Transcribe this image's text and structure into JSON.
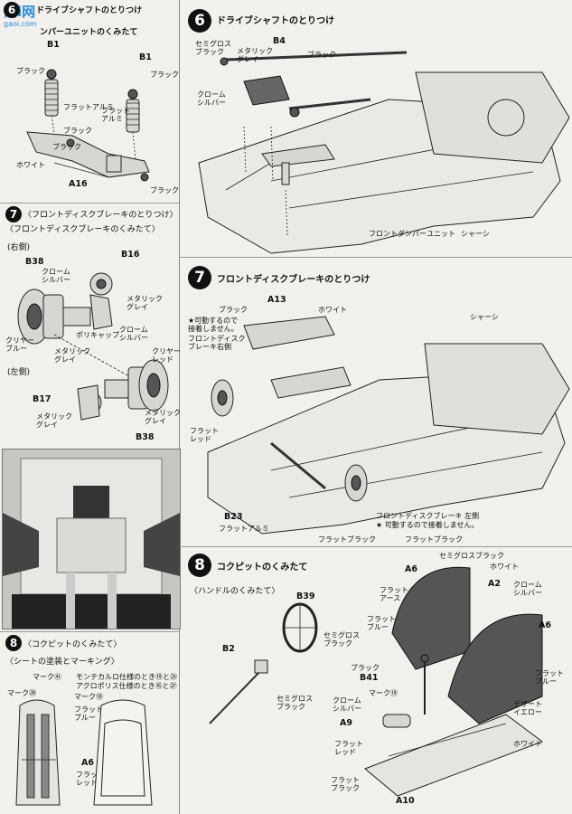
{
  "watermark": {
    "logo": "高i网",
    "site": "gaoi.com"
  },
  "left": {
    "header": {
      "title_a": "ドライブシャフトのとりつけ",
      "title_b": "ンパーユニットのくみたて"
    },
    "damper": {
      "b1_a": "B1",
      "b1_b": "B1",
      "a16": "A16",
      "black_1": "ブラック",
      "flat_alu_1": "フラットアルミ",
      "black_2": "ブラック",
      "flat_alu_2": "フラット\nアルミ",
      "black_3": "ブラック",
      "black_4": "ブラック",
      "black_5": "ブラック",
      "white": "ホワイト"
    },
    "brake": {
      "step": "7",
      "title": "〈フロントディスクブレーキのとりつけ〉",
      "subtitle": "〈フロントディスクブレーキのくみたて〉",
      "right_side": "(右側)",
      "left_side": "(左側)",
      "b38_a": "B38",
      "b16": "B16",
      "b17": "B17",
      "b38_b": "B38",
      "chrome_silver_1": "クローム\nシルバー",
      "metallic_grey_1": "メタリック\nグレイ",
      "poly_cap": "ポリキャップ",
      "clear_blue": "クリヤー\nブルー",
      "metallic_grey_2": "メタリック\nグレイ",
      "chrome_silver_2": "クローム\nシルバー",
      "clear_red": "クリヤー\nレッド",
      "metallic_grey_3": "メタリック\nグレイ",
      "metallic_grey_4": "メタリック\nグレイ"
    },
    "seat_paint": {
      "step": "8",
      "title": "〈コクピットのくみたて〉",
      "subtitle": "〈シートの塗装とマーキング〉",
      "mark_41": "マーク㊶",
      "mark_39": "マーク㊴",
      "mark_18": "マーク⑱",
      "monte_note": "モンテカルロ仕様のとき⑲と㉕",
      "acro_note": "アクロポリス仕様のとき⑯と㉗",
      "flat_blue": "フラット\nブルー",
      "a6": "A6",
      "flat_red": "フラット\nレッド"
    }
  },
  "right": {
    "drive": {
      "step": "6",
      "title": "ドライブシャフトのとりつけ",
      "b4": "B4",
      "semi_gloss_black": "セミグロス\nブラック",
      "metallic_grey": "メタリック\nグレイ",
      "black": "ブラック",
      "chrome_silver": "クローム\nシルバー",
      "front_damper": "フロントダンパーユニット",
      "chassis": "シャーシ"
    },
    "front_brake": {
      "step": "7",
      "title": "フロントディスクブレーキのとりつけ",
      "a13": "A13",
      "black": "ブラック",
      "white": "ホワイト",
      "chassis": "シャーシ",
      "movable_note": "★可動するので\n接着しません。",
      "brake_right": "フロントディスク\nブレーキ右側",
      "flat_red": "フラット\nレッド",
      "b23": "B23",
      "flat_alu": "フラットアルミ",
      "flat_black_1": "フラットブラック",
      "flat_black_2": "フラットブラック",
      "brake_left": "フロントディスクブレーキ 左側",
      "movable_note_2": "★ 可動するので接着しません。"
    },
    "cockpit": {
      "step": "8",
      "title": "コクピットのくみたて",
      "handle": "〈ハンドルのくみたて〉",
      "b39": "B39",
      "b2": "B2",
      "semi_gloss_black_1": "セミグロス\nブラック",
      "semi_gloss_black_2": "セミグロス\nブラック",
      "semi_gloss_black_top": "セミグロスブラック",
      "a6_a": "A6",
      "white_1": "ホワイト",
      "a2": "A2",
      "flat_earth": "フラット\nアース",
      "chrome_silver_1": "クローム\nシルバー",
      "a6_b": "A6",
      "flat_blue_1": "フラット\nブルー",
      "black": "ブラック",
      "b41": "B41",
      "flat_blue_2": "フラット\nブルー",
      "desert_yellow": "デザート\nイエロー",
      "mark_19": "マーク⑲",
      "chrome_silver_2": "クローム\nシルバー",
      "a9": "A9",
      "flat_red": "フラット\nレッド",
      "white_2": "ホワイト",
      "flat_black": "フラット\nブラック",
      "a10": "A10"
    }
  }
}
